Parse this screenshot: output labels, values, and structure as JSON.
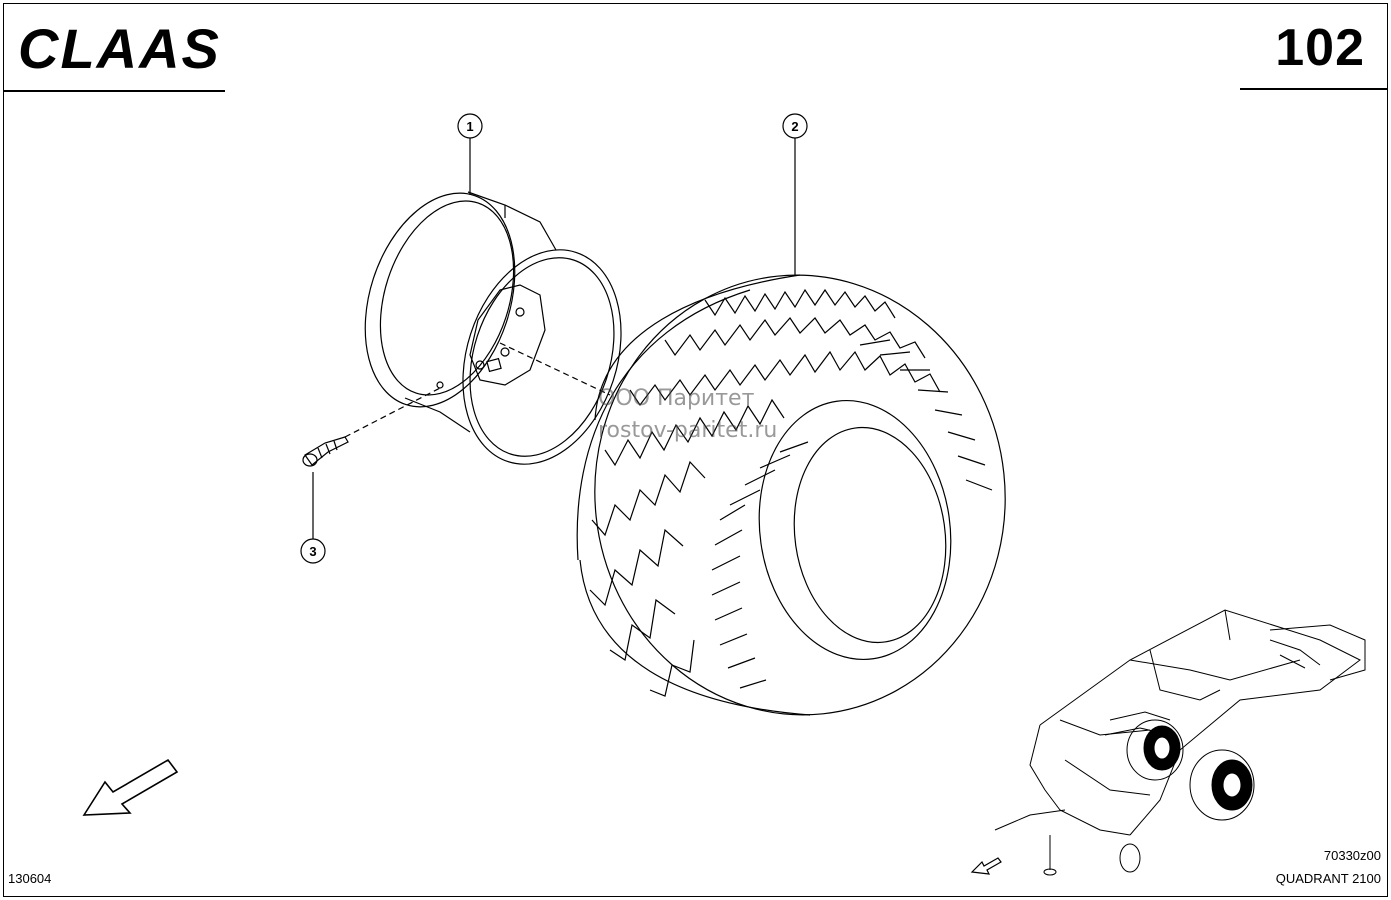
{
  "header": {
    "brand": "CLAAS",
    "page_number": "102"
  },
  "callouts": [
    {
      "number": "1",
      "part": "rim"
    },
    {
      "number": "2",
      "part": "tyre"
    },
    {
      "number": "3",
      "part": "valve"
    }
  ],
  "watermark": {
    "line1": "ООО Паритет",
    "line2": "rostov-paritet.ru"
  },
  "footer": {
    "sheet_code": "130604",
    "drawing_code": "70330z00",
    "model": "QUADRANT 2100"
  },
  "icons": [
    "claas-logo-icon",
    "direction-arrow-icon",
    "baler-overview-icon"
  ]
}
